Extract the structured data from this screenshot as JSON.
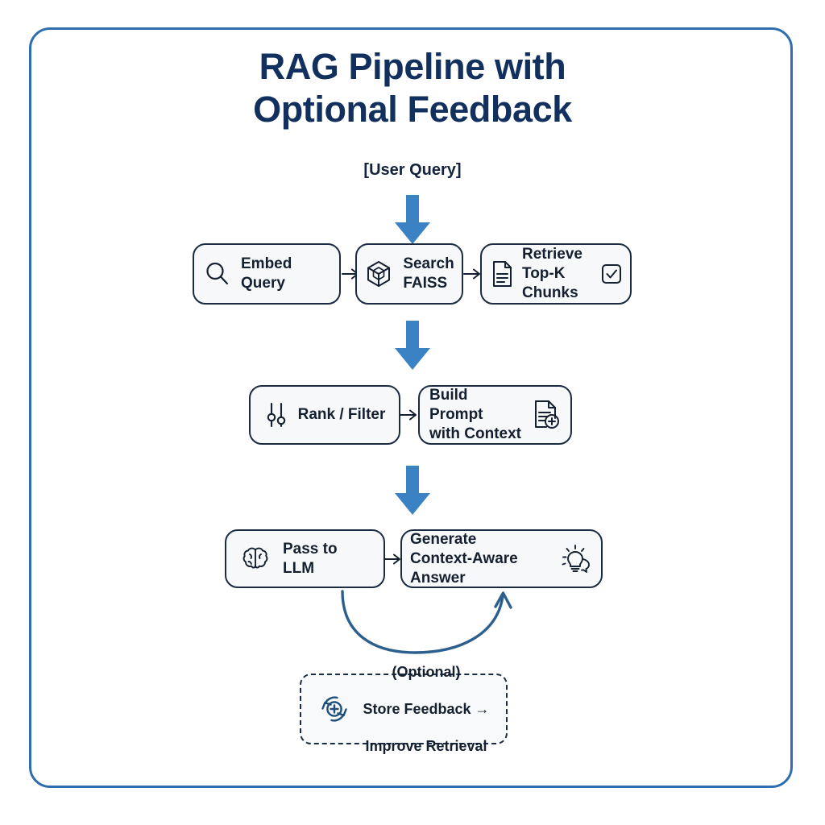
{
  "frame": {
    "border_color": "#2f6dae",
    "background": "#ffffff"
  },
  "header": {
    "title_line1": "RAG Pipeline with",
    "title_line2": "Optional Feedback",
    "title_color": "#12305e",
    "entry_label": "[User Query]"
  },
  "colors": {
    "accent_blue": "#3b82c4",
    "node_border": "#1b2b41",
    "node_fill": "#f7f8fa",
    "curve_arrow": "#2c5f8d",
    "feedback_icon": "#1f4e79"
  },
  "diagram": {
    "type": "flowchart",
    "rows": [
      {
        "name": "retrieval-row",
        "nodes": [
          {
            "id": "embed-query",
            "label": "Embed Query",
            "icon": "magnifier-icon",
            "icon_position": "left"
          },
          {
            "id": "search-faiss",
            "label": "Search\nFAISS",
            "icon": "cube-icon",
            "icon_position": "left"
          },
          {
            "id": "retrieve-topk",
            "label": "Retrieve\nTop-K Chunks",
            "icon": "document-lines-icon",
            "icon_position": "left",
            "icon_right": "checkbox-checked-icon"
          }
        ]
      },
      {
        "name": "prompt-row",
        "nodes": [
          {
            "id": "rank-filter",
            "label": "Rank / Filter",
            "icon": "sliders-icon",
            "icon_position": "left"
          },
          {
            "id": "build-prompt",
            "label": "Build Prompt\nwith Context",
            "icon": "document-plus-icon",
            "icon_position": "right"
          }
        ]
      },
      {
        "name": "generation-row",
        "nodes": [
          {
            "id": "pass-to-llm",
            "label": "Pass to\nLLM",
            "icon": "brain-icon",
            "icon_position": "left"
          },
          {
            "id": "generate-answer",
            "label": "Generate\nContext-Aware Answer",
            "icon": "lightbulb-idea-icon",
            "icon_position": "right"
          }
        ]
      }
    ],
    "feedback": {
      "id": "optional-feedback",
      "icon": "refresh-plus-icon",
      "line1": "(Optional)",
      "line2": "Store Feedback →",
      "line3": "Improve Retrieval",
      "style": "dashed"
    },
    "connectors": {
      "block_arrows": 3,
      "mini_arrows": 4,
      "feedback_curve": "curved-arrow-to-generate"
    }
  }
}
